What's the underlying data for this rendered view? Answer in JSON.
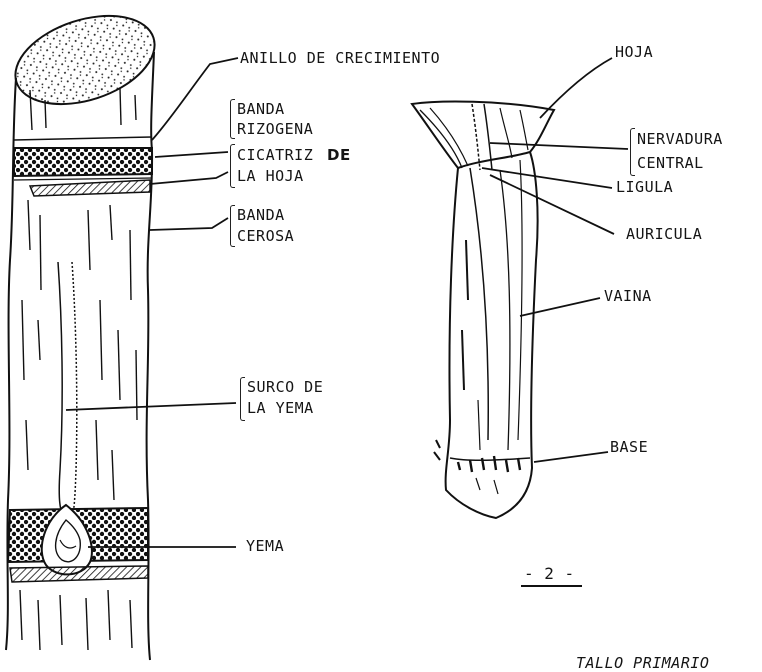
{
  "labels": {
    "growth_ring": "ANILLO DE CRECIMIENTO",
    "rooting_band_1": "BANDA",
    "rooting_band_2": "RIZOGENA",
    "leaf_scar_1a": "CICATRIZ",
    "leaf_scar_1b": "DE",
    "leaf_scar_2": "LA HOJA",
    "wax_band_1": "BANDA",
    "wax_band_2": "CEROSA",
    "bud_groove_1": "SURCO DE",
    "bud_groove_2": "LA YEMA",
    "bud": "YEMA",
    "leaf": "HOJA",
    "midrib_1": "NERVADURA",
    "midrib_2": "CENTRAL",
    "ligule": "LIGULA",
    "auricle": "AURICULA",
    "sheath": "VAINA",
    "base": "BASE",
    "figure_number": "- 2 -",
    "caption": "TALLO PRIMARIO"
  },
  "colors": {
    "ink": "#151515",
    "paper": "#ffffff"
  }
}
